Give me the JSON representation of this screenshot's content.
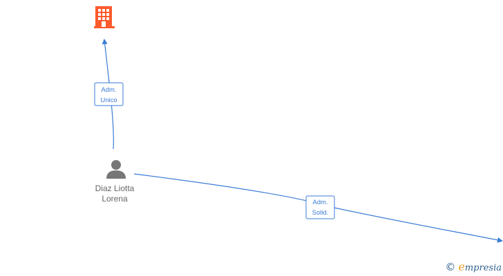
{
  "nodes": {
    "company": {
      "icon": "building-icon",
      "color": "#ff5a2d"
    },
    "person": {
      "icon": "person-icon",
      "name_line1": "Diaz Liotta",
      "name_line2": "Lorena",
      "color": "#777777"
    }
  },
  "edges": [
    {
      "id": "edge-adm-unico",
      "line1": "Adm.",
      "line2": "Unico"
    },
    {
      "id": "edge-adm-solid",
      "line1": "Adm.",
      "line2": "Solid."
    }
  ],
  "colors": {
    "edge": "#3a7bd5",
    "accent": "#ff5a2d"
  },
  "watermark": {
    "first_letter": "e",
    "rest": "mpresia",
    "icon": "copyright-icon",
    "symbol": "©"
  }
}
